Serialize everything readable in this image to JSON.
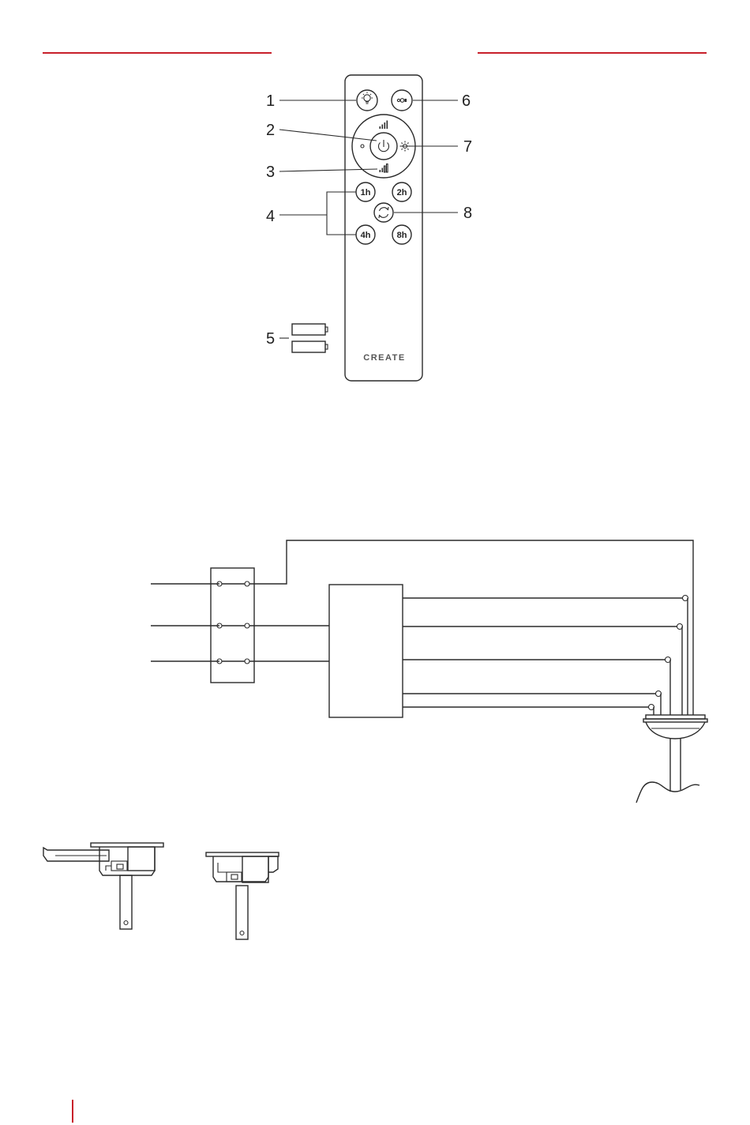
{
  "callouts": {
    "n1": "1",
    "n2": "2",
    "n3": "3",
    "n4": "4",
    "n5": "5",
    "n6": "6",
    "n7": "7",
    "n8": "8"
  },
  "remote": {
    "timer_1h": "1h",
    "timer_2h": "2h",
    "timer_4h": "4h",
    "timer_8h": "8h",
    "brand": "CREATE"
  },
  "colors": {
    "accent_red": "#c8202a",
    "line": "#2a2a2a"
  },
  "icons": {
    "light": "lightbulb-icon",
    "power": "power-icon",
    "speed_up": "signal-bars-icon",
    "speed_down": "signal-bars-down-icon",
    "brightness": "sun-icon",
    "reverse": "rotate-arrows-icon",
    "mode": "toggle-icon",
    "battery": "battery-icon"
  }
}
